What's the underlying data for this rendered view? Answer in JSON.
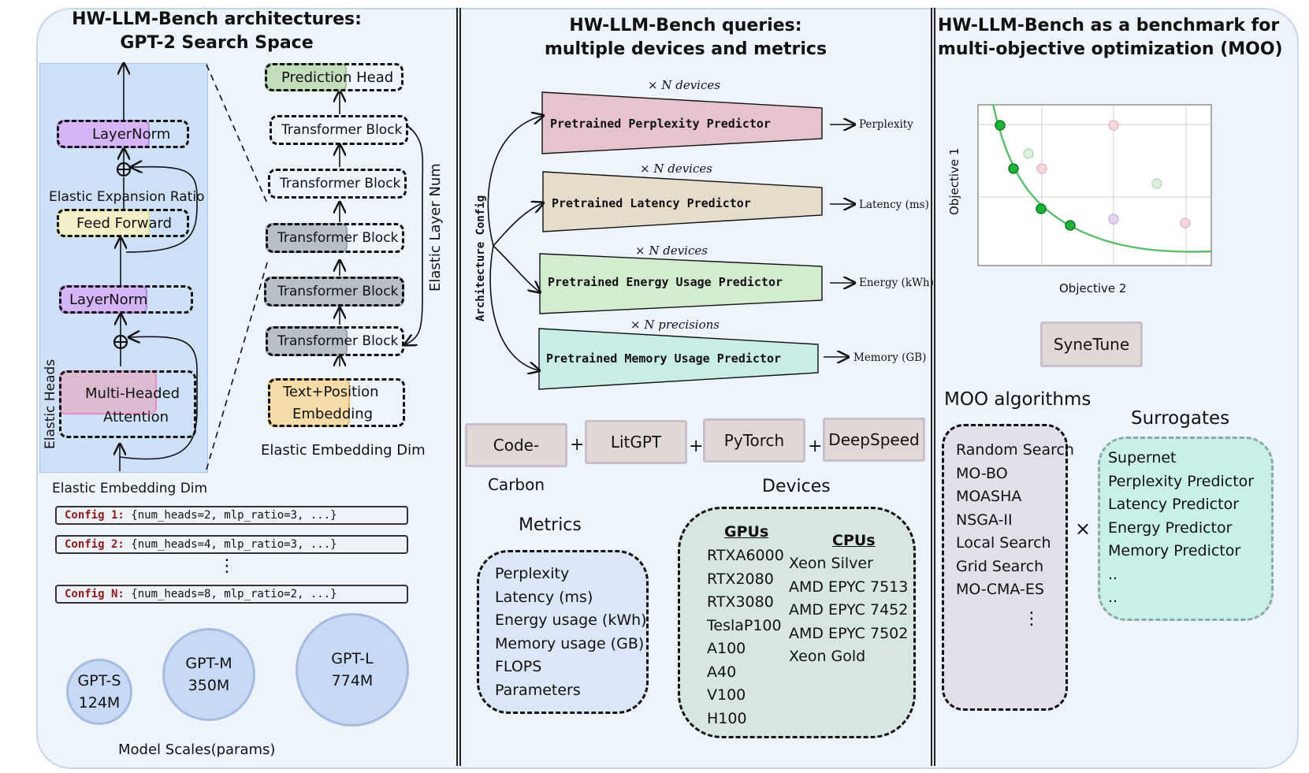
{
  "panel1": {
    "title_line1": "HW-LLM-Bench architectures:",
    "title_line2": "GPT-2 Search Space",
    "inner": {
      "layernorm_top": "LayerNorm",
      "expansion_label": "Elastic Expansion Ratio",
      "feed_forward": "Feed Forward",
      "layernorm_bottom": "LayerNorm",
      "heads_label": "Elastic Heads",
      "attention_line1": "Multi-Headed",
      "attention_line2": "Attention",
      "embedding_label": "Elastic Embedding Dim"
    },
    "stack": {
      "prediction_head": "Prediction Head",
      "blocks": [
        "Transformer Block",
        "Transformer Block",
        "Transformer Block",
        "Transformer Block",
        "Transformer Block"
      ],
      "embedding_line1": "Text+Position",
      "embedding_line2": "Embedding",
      "embedding_label": "Elastic Embedding Dim",
      "layer_num_label": "Elastic Layer Num"
    },
    "configs": [
      {
        "name": "Config 1:",
        "value": " {num_heads=2, mlp_ratio=3, ...}"
      },
      {
        "name": "Config 2:",
        "value": " {num_heads=4, mlp_ratio=3, ...}"
      },
      {
        "name": "Config N:",
        "value": " {num_heads=8, mlp_ratio=2, ...}"
      }
    ],
    "ellipsis": "⋮",
    "scales": [
      {
        "name": "GPT-S",
        "params": "124M"
      },
      {
        "name": "GPT-M",
        "params": "350M"
      },
      {
        "name": "GPT-L",
        "params": "774M"
      }
    ],
    "scales_label": "Model Scales(params)"
  },
  "panel2": {
    "title_line1": "HW-LLM-Bench queries:",
    "title_line2": "multiple devices and metrics",
    "arch_config": "Architecture Config",
    "predictors": [
      {
        "label": "Pretrained Perplexity Predictor",
        "mult": "× N devices",
        "output": "Perplexity",
        "color": "#e6c3cd"
      },
      {
        "label": "Pretrained Latency Predictor",
        "mult": "× N devices",
        "output": "Latency (ms)",
        "color": "#e6dccc"
      },
      {
        "label": "Pretrained Energy Usage Predictor",
        "mult": "× N devices",
        "output": "Energy (kWh)",
        "color": "#d3ebcf"
      },
      {
        "label": "Pretrained Memory Usage Predictor",
        "mult": "× N precisions",
        "output": "Memory (GB)",
        "color": "#c8ece6"
      }
    ],
    "tools": [
      "Code-Carbon",
      "LitGPT",
      "PyTorch",
      "DeepSpeed"
    ],
    "plus": "+",
    "metrics_title": "Metrics",
    "metrics": [
      "Perplexity",
      "Latency (ms)",
      "Energy usage (kWh)",
      "Memory usage (GB)",
      "FLOPS",
      "Parameters"
    ],
    "devices_title": "Devices",
    "gpus_title": "GPUs",
    "gpus": [
      "RTXA6000",
      "RTX2080",
      "RTX3080",
      "TeslaP100",
      "A100",
      "A40",
      "V100",
      "H100"
    ],
    "cpus_title": "CPUs",
    "cpus": [
      "Xeon Silver",
      "AMD EPYC 7513",
      "AMD EPYC 7452",
      "AMD EPYC 7502",
      "Xeon Gold"
    ]
  },
  "panel3": {
    "title_line1": "HW-LLM-Bench as a benchmark for",
    "title_line2": "multi-objective optimization (MOO)",
    "plot": {
      "ylabel": "Objective 1",
      "xlabel": "Objective 2"
    },
    "synetune": "SyneTune",
    "moo_title": "MOO algorithms",
    "moo": [
      "Random Search",
      "MO-BO",
      "MOASHA",
      "NSGA-II",
      "Local Search",
      "Grid Search",
      "MO-CMA-ES"
    ],
    "moo_ellipsis": "⋮",
    "times": "×",
    "surrogates_title": "Surrogates",
    "surrogates": [
      "Supernet",
      "Perplexity Predictor",
      "Latency Predictor",
      "Energy Predictor",
      "Memory Predictor",
      "..",
      ".."
    ]
  }
}
